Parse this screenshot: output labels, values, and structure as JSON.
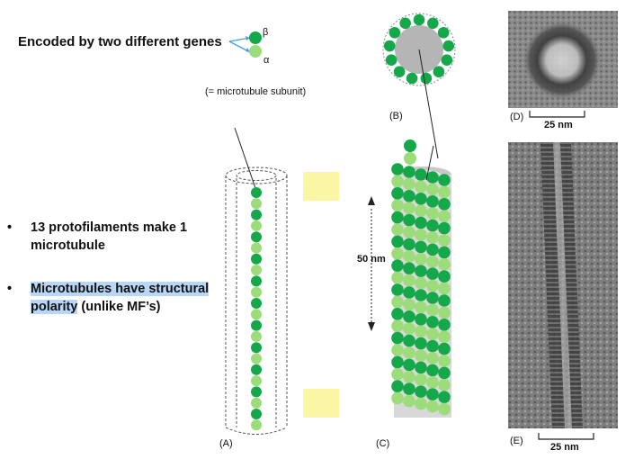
{
  "heading": "Encoded by two different genes",
  "subunit": {
    "beta": "β",
    "alpha": "α",
    "caption": "(= microtubule subunit)"
  },
  "bullets": [
    {
      "marker": "•",
      "text": "13 protofilaments make 1 microtubule"
    },
    {
      "marker": "•",
      "highlight": "Microtubules have structural polarity",
      "rest": " (unlike MF’s)"
    }
  ],
  "panels": {
    "a": "(A)",
    "b": "(B)",
    "c": "(C)",
    "d": "(D)",
    "e": "(E)"
  },
  "scale": {
    "c": "50 nm",
    "d": "25 nm",
    "e": "25 nm"
  },
  "colors": {
    "beta": "#14a84a",
    "alpha": "#9ddc7a",
    "highlight": "#b8d6f5",
    "note": "#fbf5a6",
    "lumen": "#b5b5b5"
  },
  "sticky_notes": 2
}
